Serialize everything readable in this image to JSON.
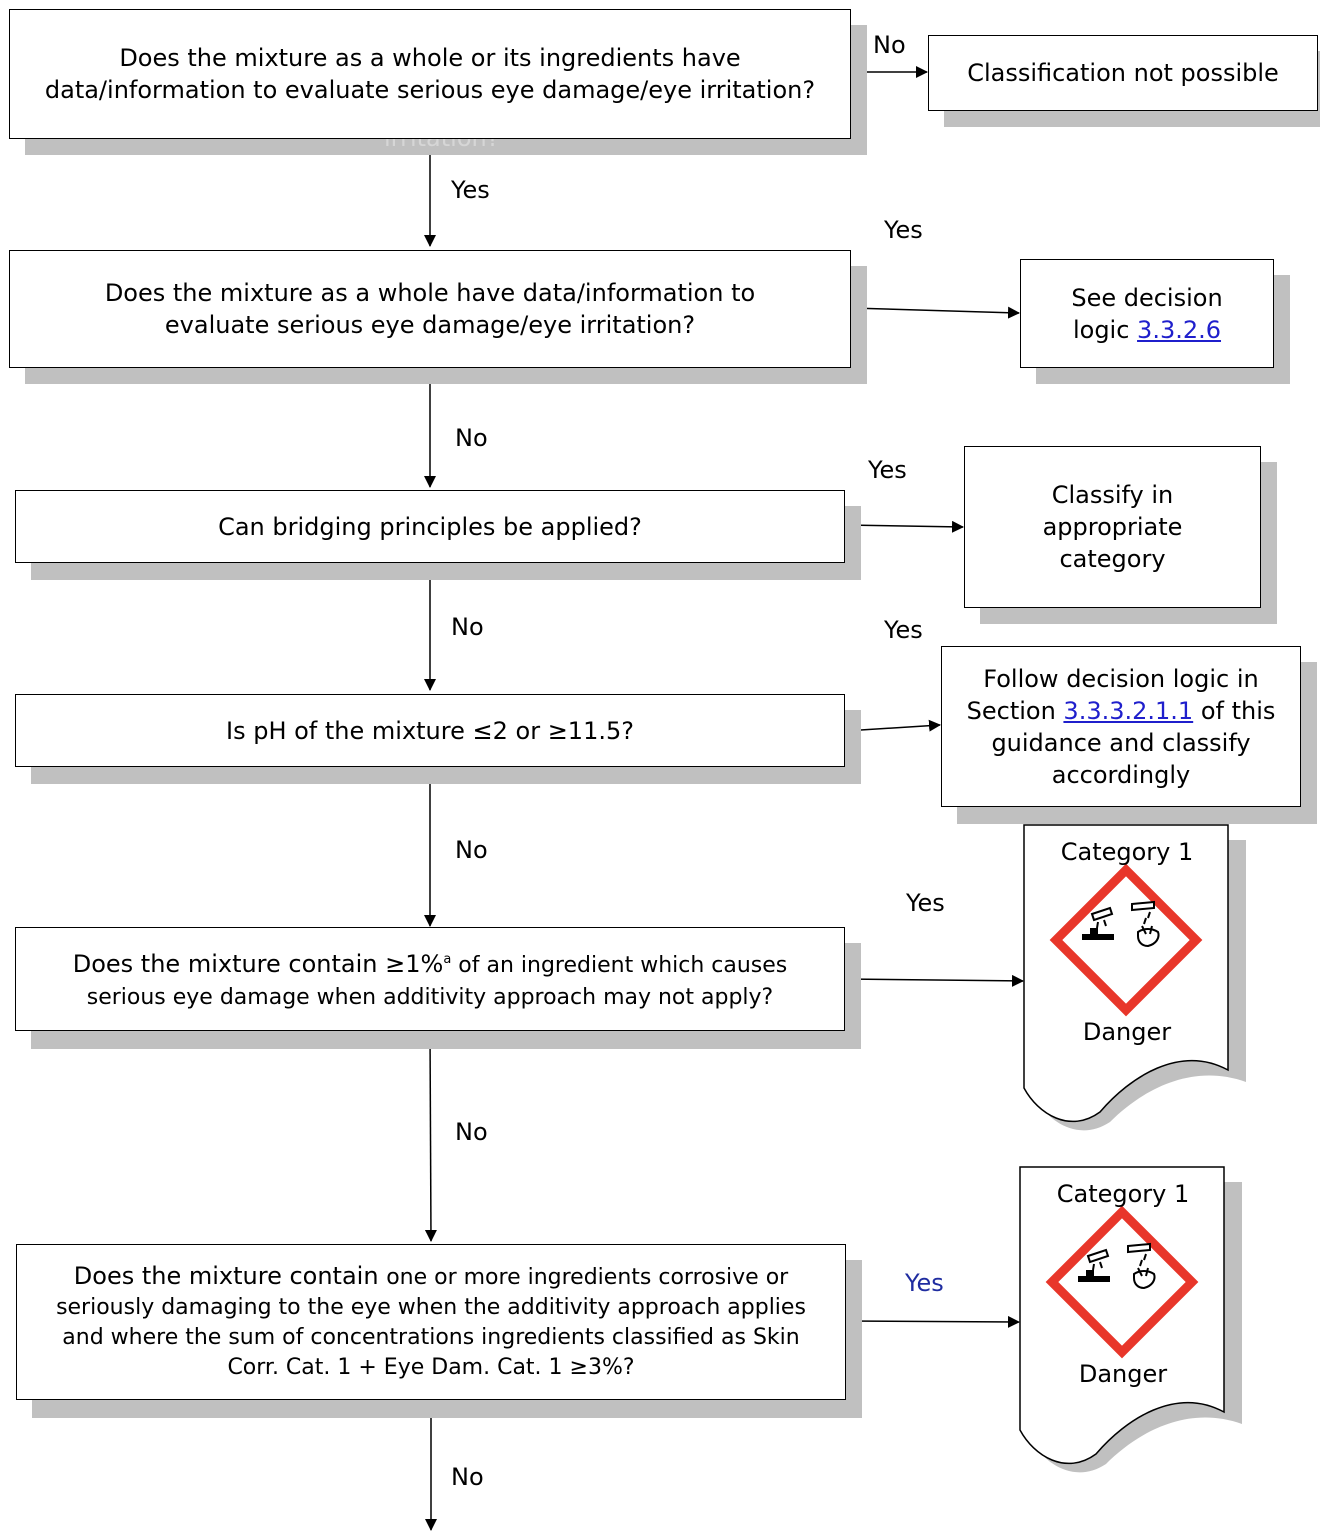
{
  "decisions": {
    "q1": "Does the mixture as a whole or its ingredients have data/information to evaluate serious eye damage/eye irritation?",
    "q1_ghost": "irritation?",
    "q2": "Does the mixture as a whole have data/information to evaluate serious eye damage/eye irritation?",
    "q3": "Can bridging principles be applied?",
    "q4": "Is pH of the mixture ≤2 or ≥11.5?",
    "q5_lead": "Does the mixture contain ≥1%",
    "q5_sup": "a",
    "q5_rest": " of an ingredient which causes serious eye damage when additivity approach may not apply?",
    "q6_lead": "Does the mixture contain ",
    "q6_rest": "one or more ingredients corrosive or seriously damaging to the eye when the additivity approach applies and where the sum of concentrations ingredients classified as Skin Corr. Cat. 1 + Eye Dam. Cat. 1 ≥3%?"
  },
  "outcomes": {
    "not_possible": "Classification not possible",
    "see_logic_prefix": "See decision logic ",
    "see_logic_ref": "3.3.2.6",
    "classify_appropriate": "Classify in appropriate category",
    "follow_prefix": "Follow decision logic in Section ",
    "follow_ref": "3.3.3.2.1.1",
    "follow_suffix": " of this guidance and classify accordingly"
  },
  "labels": {
    "no_q1": "No",
    "yes_q1": "Yes",
    "yes_q2": "Yes",
    "no_q2": "No",
    "yes_q3": "Yes",
    "no_q3": "No",
    "yes_q4": "Yes",
    "no_q4": "No",
    "yes_q5": "Yes",
    "no_q5": "No",
    "yes_q6": "Yes",
    "no_q6": "No"
  },
  "hazard_cards": [
    {
      "category": "Category 1",
      "signal": "Danger",
      "pictogram": "corrosion-icon"
    },
    {
      "category": "Category 1",
      "signal": "Danger",
      "pictogram": "corrosion-icon"
    }
  ],
  "colors": {
    "link": "#1f1fcc",
    "yes_blue": "#1f2ca0",
    "diamond": "#e8362a",
    "shadow": "#c0c0c0"
  }
}
